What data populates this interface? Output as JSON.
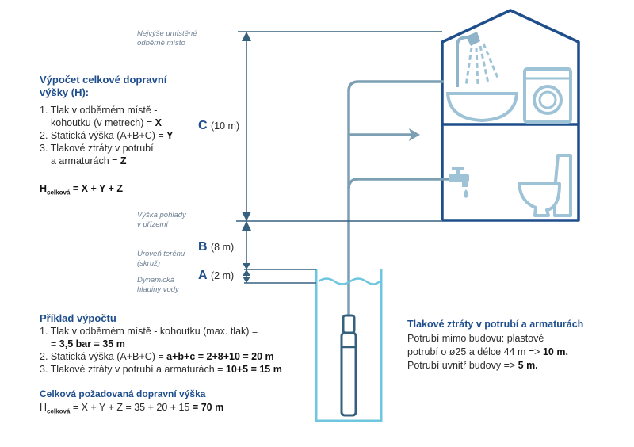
{
  "labels": {
    "highest_point": [
      "Nejvýše umístěné",
      "odběrné místo"
    ],
    "ground_floor": [
      "Výška pohlady",
      "v přízemí"
    ],
    "terrain": [
      "Úroveň terénu",
      "(skruž)"
    ],
    "water_level": [
      "Dynamická",
      "hladiny vody"
    ]
  },
  "levels": {
    "C": {
      "letter": "C",
      "value": "(10 m)"
    },
    "B": {
      "letter": "B",
      "value": "(8 m)"
    },
    "A": {
      "letter": "A",
      "value": "(2 m)"
    }
  },
  "calc": {
    "title": [
      "Výpočet celkové dopravní",
      "výšky (H):"
    ],
    "item1_a": "1. Tlak v odběrném místě -",
    "item1_b": "kohoutku (v metrech) = ",
    "item1_var": "X",
    "item2": "2. Statická výška (A+B+C) = ",
    "item2_var": "Y",
    "item3_a": "3. Tlakové ztráty v potrubí",
    "item3_b": "a armaturách = ",
    "item3_var": "Z",
    "formula_h": "H",
    "formula_sub": "celková",
    "formula_rest": " = X + Y + Z"
  },
  "example": {
    "title": "Příklad výpočtu",
    "line1": "1. Tlak v odběrném místě - kohoutku (max. tlak) =",
    "line1b_pre": "= ",
    "line1b_bold": "3,5 bar = 35 m",
    "line2_pre": "2. Statická výška (A+B+C) = ",
    "line2_bold": "a+b+c = 2+8+10 = 20 m",
    "line3_pre": "3. Tlakové ztráty v potrubí a armaturách = ",
    "line3_bold": "10+5 = 15 m"
  },
  "total": {
    "title": "Celková požadovaná dopravní výška",
    "h": "H",
    "sub": "celková",
    "expr": " = X + Y + Z = 35 + 20 + 15 ",
    "result": "= 70 m"
  },
  "losses": {
    "title": "Tlakové ztráty v potrubí a armaturách",
    "line1": "Potrubí mimo budovu: plastové",
    "line2_pre": "potrubí o ø25 a délce 44 m => ",
    "line2_bold": "10 m.",
    "line3_pre": "Potrubí uvnitř budovy => ",
    "line3_bold": "5 m."
  },
  "colors": {
    "house": "#1f4e8c",
    "well": "#6fc6df",
    "pipe": "#7c9fb4",
    "pump": "#35617f",
    "text_blue": "#1f4e8c"
  }
}
